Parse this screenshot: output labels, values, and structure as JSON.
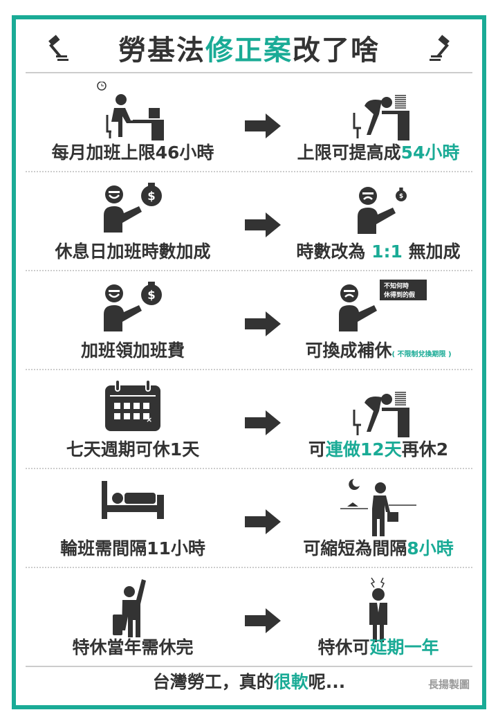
{
  "title": {
    "parts": [
      {
        "text": "勞基法",
        "hl": false
      },
      {
        "text": "修正案",
        "hl": true
      },
      {
        "text": "改了啥",
        "hl": false
      }
    ]
  },
  "colors": {
    "accent": "#1aab96",
    "icon": "#333333"
  },
  "rows": [
    {
      "left": {
        "icon": "desk-worker-clock-icon",
        "parts": [
          {
            "text": "每月加班上限46小時",
            "hl": false
          }
        ]
      },
      "right": {
        "icon": "exhausted-worker-icon",
        "parts": [
          {
            "text": "上限可提高成",
            "hl": false
          },
          {
            "text": "54小時",
            "hl": true
          }
        ]
      }
    },
    {
      "left": {
        "icon": "happy-money-bag-icon",
        "parts": [
          {
            "text": "休息日加班時數加成",
            "hl": false
          }
        ]
      },
      "right": {
        "icon": "sad-small-money-bag-icon",
        "parts": [
          {
            "text": "時數改為 ",
            "hl": false
          },
          {
            "text": "1:1",
            "hl": true
          },
          {
            "text": " 無加成",
            "hl": false
          }
        ]
      }
    },
    {
      "left": {
        "icon": "happy-money-bag-icon",
        "parts": [
          {
            "text": "加班領加班費",
            "hl": false
          }
        ]
      },
      "right": {
        "icon": "sad-sign-icon",
        "sign": [
          "不知何時",
          "休得到的假"
        ],
        "parts": [
          {
            "text": "可換成補休",
            "hl": false
          }
        ],
        "note": "( 不限制兌換期限 )"
      }
    },
    {
      "left": {
        "icon": "calendar-icon",
        "parts": [
          {
            "text": "七天週期可休1天",
            "hl": false
          }
        ]
      },
      "right": {
        "icon": "exhausted-worker-icon",
        "parts": [
          {
            "text": "可",
            "hl": false
          },
          {
            "text": "連做12天",
            "hl": true
          },
          {
            "text": "再休2",
            "hl": false
          }
        ]
      }
    },
    {
      "left": {
        "icon": "sleeping-bed-icon",
        "parts": [
          {
            "text": "輪班需間隔11小時",
            "hl": false
          }
        ]
      },
      "right": {
        "icon": "tired-night-walker-icon",
        "parts": [
          {
            "text": "可縮短為間隔",
            "hl": false
          },
          {
            "text": "8小時",
            "hl": true
          }
        ]
      }
    },
    {
      "left": {
        "icon": "waving-traveler-icon",
        "parts": [
          {
            "text": "特休當年需休完",
            "hl": false
          }
        ]
      },
      "right": {
        "icon": "stressed-businessman-icon",
        "parts": [
          {
            "text": "特休可",
            "hl": false
          },
          {
            "text": "延期一年",
            "hl": true
          }
        ]
      }
    }
  ],
  "footer": {
    "parts": [
      {
        "text": "台灣勞工，真的",
        "hl": false
      },
      {
        "text": "很軟",
        "hl": true
      },
      {
        "text": "呢...",
        "hl": false
      }
    ]
  },
  "credit": "長揚製圖"
}
